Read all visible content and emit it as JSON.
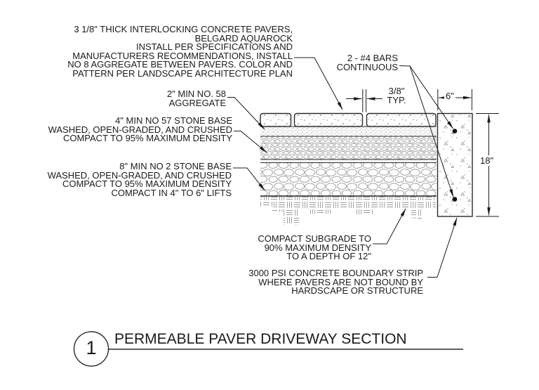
{
  "drawing": {
    "type": "construction-detail-section",
    "colors": {
      "ink": "#1b1b1b",
      "hatch_gray": "#9a9a9a",
      "background": "#ffffff"
    },
    "notes": {
      "pavers": "3 1/8\" THICK INTERLOCKING CONCRETE PAVERS,\nBELGARD AQUAROCK\nINSTALL PER SPECIFICATIONS AND\nMANUFACTURERS RECOMMENDATIONS, INSTALL\nNO 8 AGGREGATE BETWEEN PAVERS. COLOR AND\nPATTERN PER LANDSCAPE ARCHITECTURE PLAN",
      "aggregate": "2\" MIN NO. 58\nAGGREGATE",
      "stone57": "4\" MIN NO 57 STONE BASE\nWASHED, OPEN-GRADED, AND CRUSHED\nCOMPACT TO 95% MAXIMUM DENSITY",
      "stone2": "8\" MIN NO 2 STONE BASE\nWASHED, OPEN-GRADED, AND CRUSHED\nCOMPACT TO 95% MAXIMUM DENSITY\nCOMPACT IN 4\" TO 6\" LIFTS",
      "rebar": "2 - #4 BARS\nCONTINUOUS",
      "subgrade": "COMPACT SUBGRADE TO\n90% MAXIMUM DENSITY\nTO A DEPTH OF 12\"",
      "boundary_strip": "3000 PSI CONCRETE BOUNDARY STRIP\nWHERE PAVERS ARE NOT BOUND BY\nHARDSCAPE OR STRUCTURE"
    },
    "dimensions": {
      "joint_width": "3/8\"\nTYP.",
      "strip_width": "6\"",
      "strip_height": "18\""
    },
    "title_block": {
      "detail_number": "1",
      "title": "PERMEABLE PAVER DRIVEWAY SECTION"
    }
  }
}
